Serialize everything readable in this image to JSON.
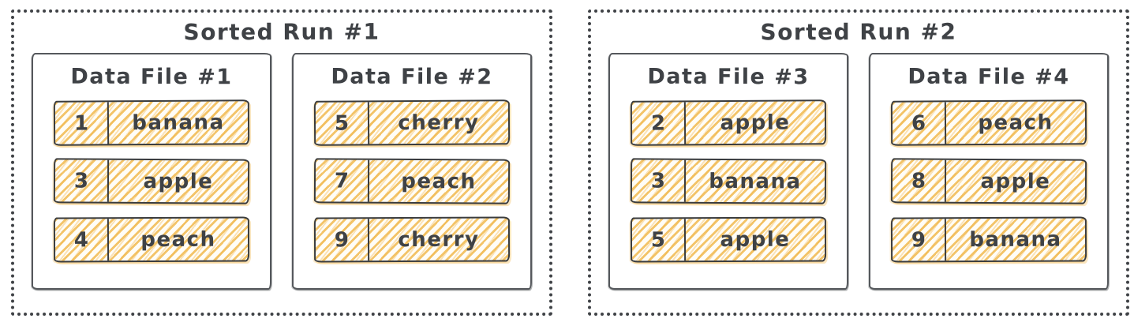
{
  "colors": {
    "stroke": "#3f4246",
    "row_stroke": "#3a3c3e",
    "hatch": "#f0b545",
    "text": "#3f4246",
    "background": "#ffffff"
  },
  "runs": [
    {
      "title": "Sorted Run #1",
      "files": [
        {
          "title": "Data File #1",
          "rows": [
            {
              "key": "1",
              "value": "banana"
            },
            {
              "key": "3",
              "value": "apple"
            },
            {
              "key": "4",
              "value": "peach"
            }
          ]
        },
        {
          "title": "Data File #2",
          "rows": [
            {
              "key": "5",
              "value": "cherry"
            },
            {
              "key": "7",
              "value": "peach"
            },
            {
              "key": "9",
              "value": "cherry"
            }
          ]
        }
      ]
    },
    {
      "title": "Sorted Run #2",
      "files": [
        {
          "title": "Data File #3",
          "rows": [
            {
              "key": "2",
              "value": "apple"
            },
            {
              "key": "3",
              "value": "banana"
            },
            {
              "key": "5",
              "value": "apple"
            }
          ]
        },
        {
          "title": "Data File #4",
          "rows": [
            {
              "key": "6",
              "value": "peach"
            },
            {
              "key": "8",
              "value": "apple"
            },
            {
              "key": "9",
              "value": "banana"
            }
          ]
        }
      ]
    }
  ]
}
